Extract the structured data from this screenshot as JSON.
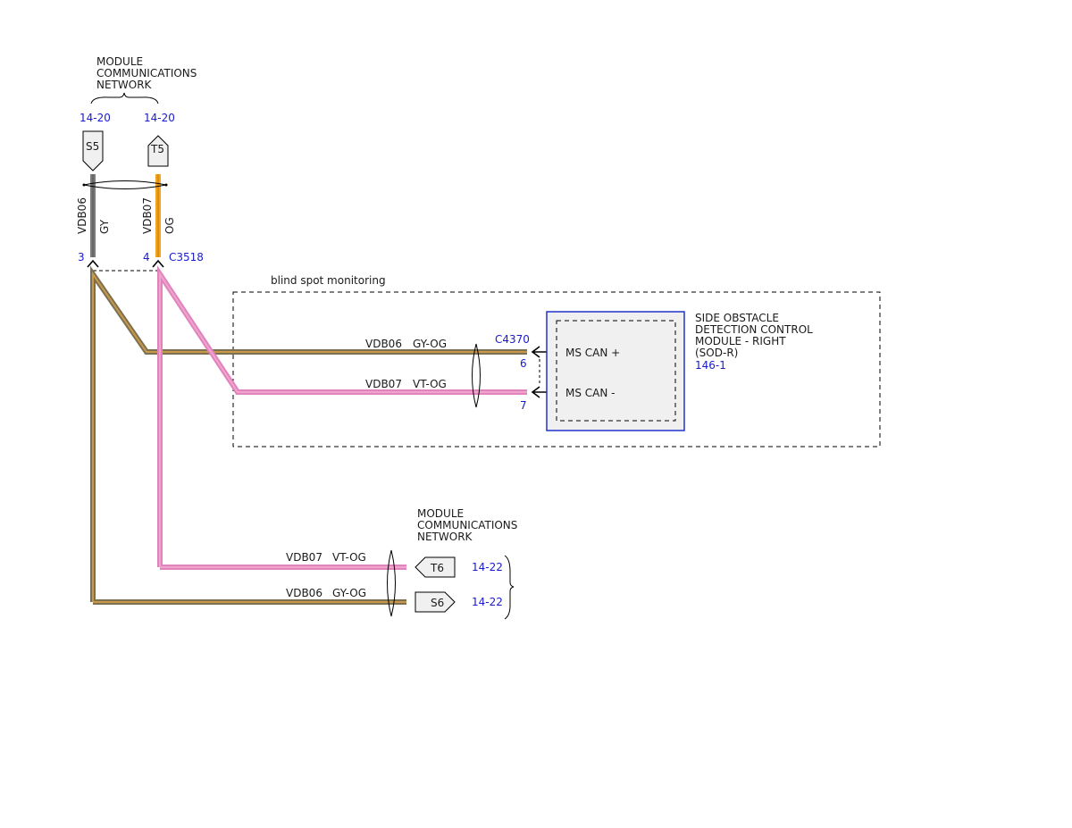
{
  "colors": {
    "gy": "#7b7b7b",
    "og": "#f2a51f",
    "gy_og_outer": "#7d7051",
    "gy_og_inner": "#c8994a",
    "vt_og_outer": "#df84bd",
    "vt_og_inner": "#f2a3cc",
    "ref_blue": "#1a1acc",
    "module_border": "#2233cc"
  },
  "top_network": {
    "label_lines": [
      "MODULE",
      "COMMUNICATIONS",
      "NETWORK"
    ],
    "s5": {
      "ref": "14-20",
      "label": "S5"
    },
    "t5": {
      "ref": "14-20",
      "label": "T5"
    }
  },
  "top_wires": {
    "left": {
      "circuit": "VDB06",
      "color": "GY",
      "pin": "3"
    },
    "right": {
      "circuit": "VDB07",
      "color": "OG",
      "pin": "4"
    },
    "connector": "C3518"
  },
  "blind_spot": {
    "label": "blind spot monitoring",
    "wire1": {
      "circuit": "VDB06",
      "color": "GY-OG",
      "pin": "6"
    },
    "wire2": {
      "circuit": "VDB07",
      "color": "VT-OG",
      "pin": "7"
    },
    "connector": "C4370"
  },
  "module": {
    "name_lines": [
      "SIDE OBSTACLE",
      "DETECTION CONTROL",
      "MODULE - RIGHT",
      "(SOD-R)"
    ],
    "ref": "146-1",
    "pin1": "MS CAN +",
    "pin2": "MS CAN -"
  },
  "bottom_network": {
    "label_lines": [
      "MODULE",
      "COMMUNICATIONS",
      "NETWORK"
    ],
    "wire_t6": {
      "circuit": "VDB07",
      "color": "VT-OG"
    },
    "wire_s6": {
      "circuit": "VDB06",
      "color": "GY-OG"
    },
    "t6": {
      "ref": "14-22",
      "label": "T6"
    },
    "s6": {
      "ref": "14-22",
      "label": "S6"
    }
  }
}
